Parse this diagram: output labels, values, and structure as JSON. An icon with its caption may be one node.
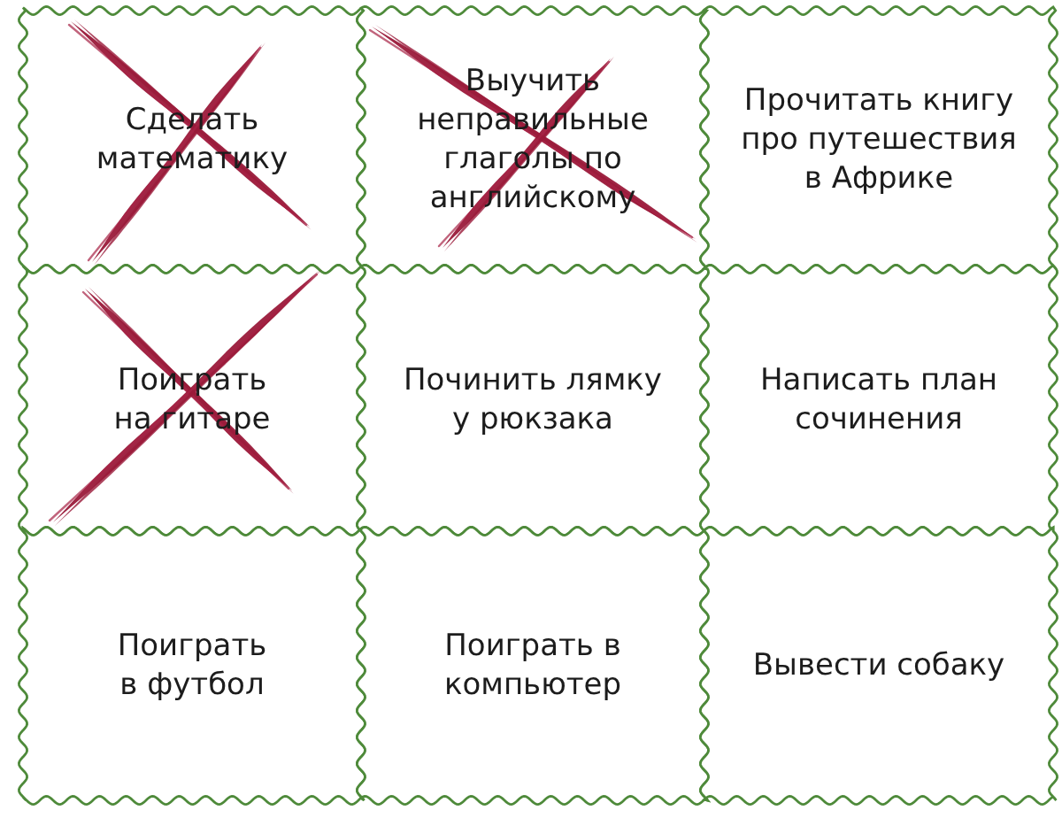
{
  "diagram": {
    "nodes": [
      {
        "text": [
          "Сделать математику"
        ]
      },
      {
        "text": [
          "Выучить неправильные глаголы по английскому"
        ]
      },
      {
        "text": [
          "Прочитать книгу про путешествия в Африке"
        ]
      },
      {
        "text": [
          "Поиграть на гитаре"
        ]
      },
      {
        "text": [
          "Починить лямку у рюкзака"
        ]
      },
      {
        "text": [
          "Написать план сочинения"
        ]
      },
      {
        "text": [
          "Поиграть в футбол"
        ]
      },
      {
        "text": [
          "Поиграть в компьютер"
        ]
      },
      {
        "text": [
          "Вывести собаку"
        ]
      }
    ]
  }
}
